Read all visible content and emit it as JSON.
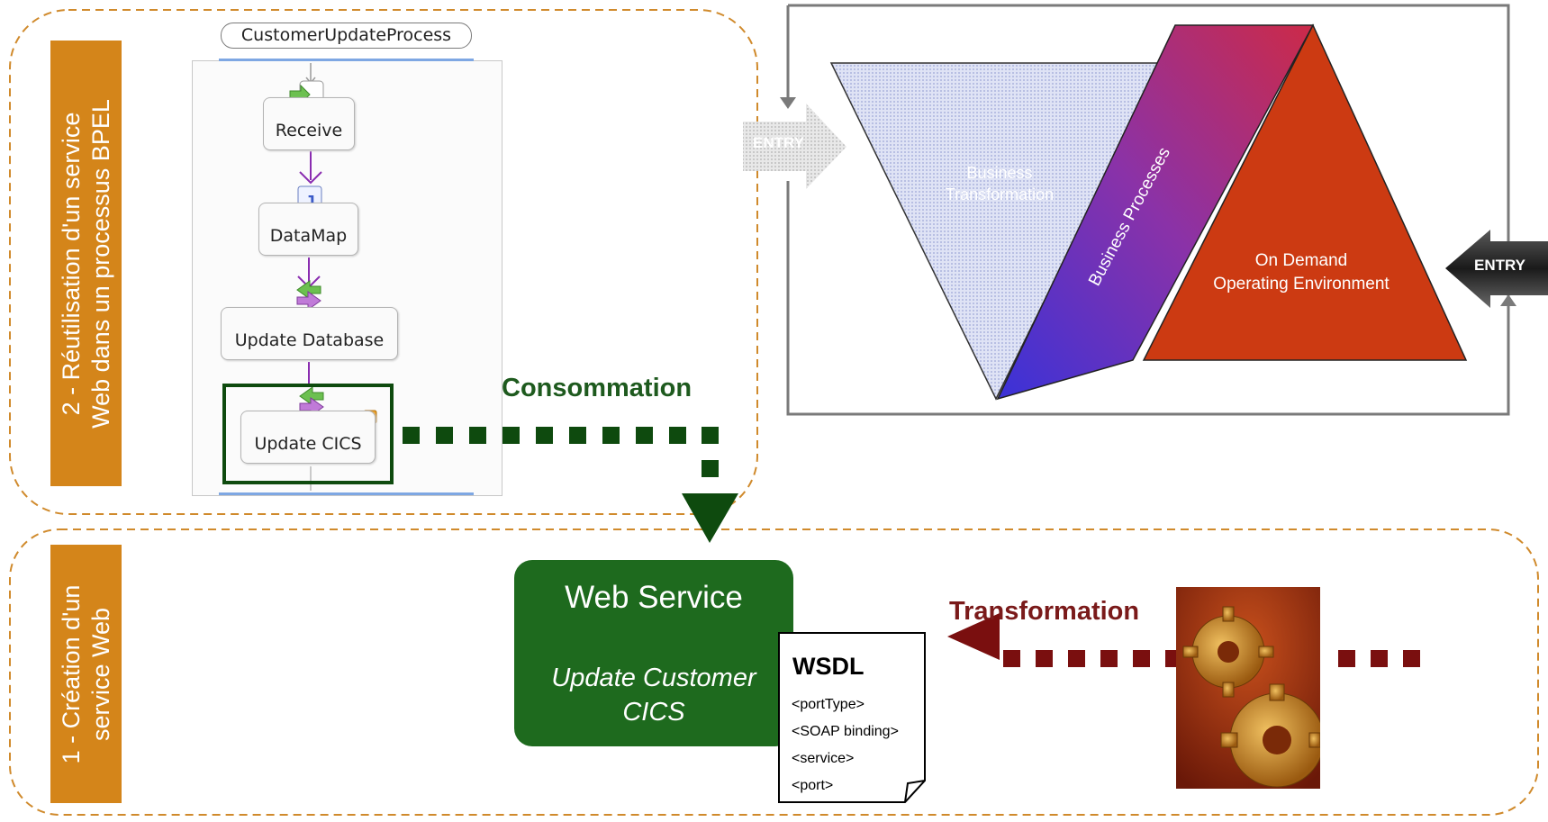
{
  "sections": {
    "bpel_tab": "2 - Réutilisation d'un service Web dans un processus BPEL",
    "bpel_tab_lines": [
      "2 - Réutilisation d'un service",
      "Web dans un processus BPEL"
    ],
    "creation_tab_lines": [
      "1 - Création d'un",
      "service Web"
    ]
  },
  "bpel": {
    "process_name": "CustomerUpdateProcess",
    "nodes": [
      "Receive",
      "DataMap",
      "Update Database",
      "Update CICS"
    ]
  },
  "labels": {
    "consommation": "Consommation",
    "transformation": "Transformation"
  },
  "web_service": {
    "title": "Web Service",
    "subtitle_lines": [
      "Update Customer",
      "CICS"
    ]
  },
  "wsdl": {
    "title": "WSDL",
    "lines": [
      "<portType>",
      "<SOAP binding>",
      "<service>",
      "<port>"
    ]
  },
  "soa": {
    "entry_left": "ENTRY",
    "entry_right": "ENTRY",
    "triangle_left_lines": [
      "Business",
      "Transformation"
    ],
    "band_label": "Business Processes",
    "triangle_right_lines": [
      "On Demand",
      "Operating Environment"
    ]
  },
  "colors": {
    "tab_orange": "#d4851a",
    "dashed_border": "#d08a2c",
    "ws_green": "#1e6a1e",
    "consommation_green": "#0e4a0e",
    "transformation_red": "#7a0f0f",
    "triangle_red": "#cc3a12"
  }
}
